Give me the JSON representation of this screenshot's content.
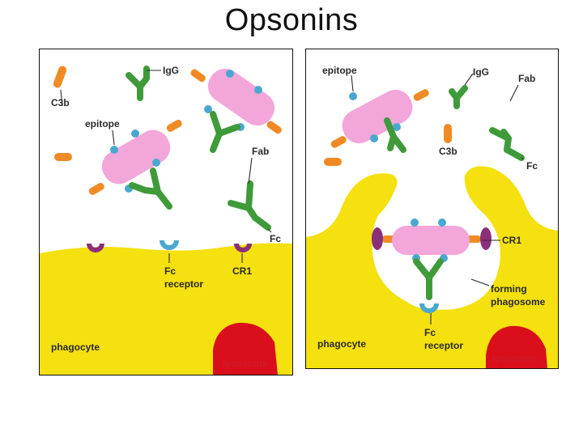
{
  "title": "Opsonins",
  "colors": {
    "phagocyte": "#f5e010",
    "antigen": "#f2a6da",
    "epitope": "#4aa8d0",
    "antibody": "#3f9a3a",
    "c3b": "#f08a24",
    "cr1": "#8a2f7a",
    "fc_receptor": "#4aa8d0",
    "lysosome": "#d90f1c"
  },
  "left_panel": {
    "labels": {
      "c3b": "C3b",
      "igg": "IgG",
      "epitope": "epitope",
      "fab": "Fab",
      "fc": "Fc",
      "fc_receptor_line1": "Fc",
      "fc_receptor_line2": "receptor",
      "cr1": "CR1",
      "phagocyte": "phagocyte",
      "lysosome": "lysosome"
    }
  },
  "right_panel": {
    "labels": {
      "epitope": "epitope",
      "igg": "IgG",
      "fab": "Fab",
      "c3b": "C3b",
      "fc": "Fc",
      "cr1": "CR1",
      "forming_line1": "forming",
      "forming_line2": "phagosome",
      "phagocyte": "phagocyte",
      "fc_receptor_line1": "Fc",
      "fc_receptor_line2": "receptor",
      "lysosome": "lysosome"
    }
  }
}
